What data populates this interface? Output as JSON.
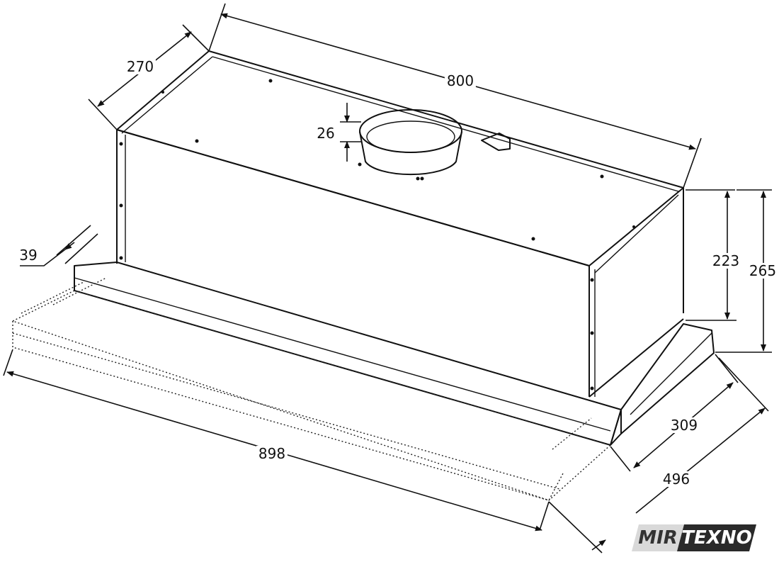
{
  "dimensions": {
    "d800": "800",
    "d270": "270",
    "d26": "26",
    "d223": "223",
    "d265": "265",
    "d39": "39",
    "d898": "898",
    "d309": "309",
    "d496": "496"
  },
  "logo": {
    "part1": "MIR",
    "part2": "TEXNO"
  }
}
